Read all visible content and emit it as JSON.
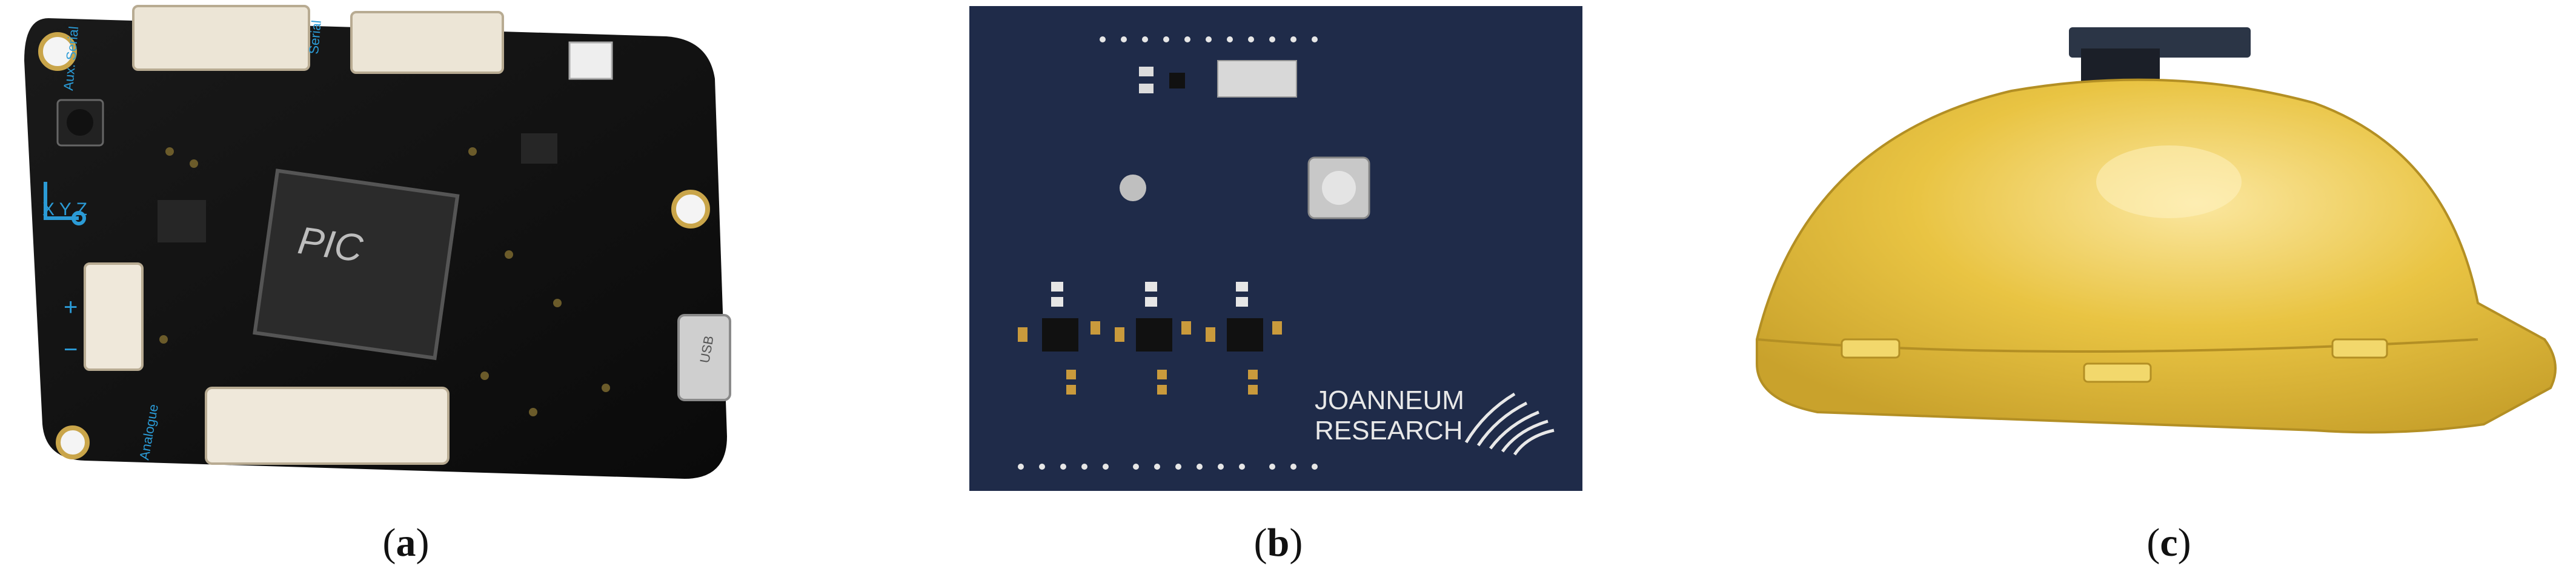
{
  "figure": {
    "panels": [
      {
        "id": "a",
        "caption_letter": "a",
        "subject": "sensor-board-photo",
        "board_silkscreen": {
          "aux_serial": "Aux. Serial",
          "serial": "Serial",
          "axes": "X Y Z",
          "plus": "+",
          "minus": "−",
          "analogue": "Analogue",
          "chip_brand": "PIC",
          "usb": "USB"
        }
      },
      {
        "id": "b",
        "caption_letter": "b",
        "subject": "pcb-render",
        "logo_text_line1": "JOANNEUM",
        "logo_text_line2": "RESEARCH",
        "colors": {
          "pcb": "#1f2b49",
          "pad": "#c99a3c"
        }
      },
      {
        "id": "c",
        "caption_letter": "c",
        "subject": "helmet-render",
        "colors": {
          "helmet": "#e9c443",
          "helmet_shadow": "#c9a22c",
          "module": "#2b3546"
        }
      }
    ]
  }
}
